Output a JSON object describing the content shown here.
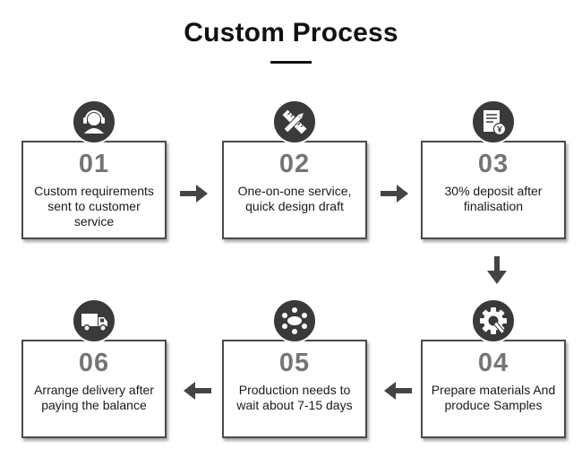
{
  "title": "Custom Process",
  "steps": [
    {
      "number": "01",
      "text": "Custom requirements sent to customer service",
      "icon": "customer-service-headset-icon"
    },
    {
      "number": "02",
      "text": "One-on-one service, quick design draft",
      "icon": "pencil-ruler-icon"
    },
    {
      "number": "03",
      "text": "30% deposit after finalisation",
      "icon": "invoice-yen-icon"
    },
    {
      "number": "04",
      "text": "Prepare materials And produce Samples",
      "icon": "gear-wrench-icon"
    },
    {
      "number": "05",
      "text": "Production needs to wait about 7-15 days",
      "icon": "team-meeting-icon"
    },
    {
      "number": "06",
      "text": "Arrange delivery after paying the balance",
      "icon": "delivery-truck-icon"
    }
  ],
  "colors": {
    "icon_background": "#3a3a3a",
    "number": "#757575",
    "arrow": "#444444",
    "border": "#4a4a4a"
  }
}
